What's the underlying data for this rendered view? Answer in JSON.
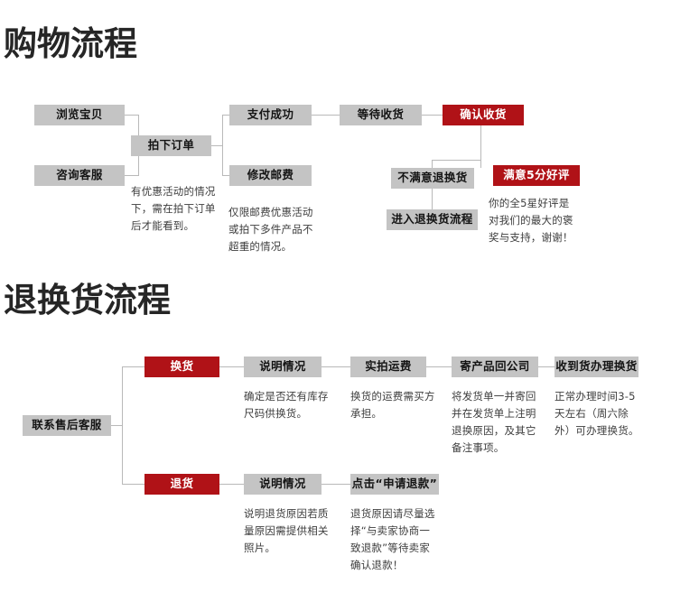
{
  "page": {
    "background": "#ffffff",
    "accent_red": "#b01217",
    "node_gray": "#c4c4c4",
    "line_gray": "#b9b9b9",
    "text_dark": "#141414",
    "caption_gray": "#3d3d3d"
  },
  "sections": [
    {
      "id": "shopping",
      "title": "购物流程",
      "nodes": [
        {
          "id": "browse",
          "label": "浏览宝贝",
          "style": "gray"
        },
        {
          "id": "consult",
          "label": "咨询客服",
          "style": "gray"
        },
        {
          "id": "place-order",
          "label": "拍下订单",
          "style": "gray"
        },
        {
          "id": "pay-success",
          "label": "支付成功",
          "style": "gray"
        },
        {
          "id": "modify-ship",
          "label": "修改邮费",
          "style": "gray"
        },
        {
          "id": "await-goods",
          "label": "等待收货",
          "style": "gray"
        },
        {
          "id": "confirm-recv",
          "label": "确认收货",
          "style": "red"
        },
        {
          "id": "unsatisfied",
          "label": "不满意退换货",
          "style": "gray"
        },
        {
          "id": "enter-return",
          "label": "进入退换货流程",
          "style": "gray"
        },
        {
          "id": "five-star",
          "label": "满意5分好评",
          "style": "red"
        }
      ],
      "captions": [
        {
          "id": "order-note",
          "text": "有优惠活动的情况下，需在拍下订单后才能看到。"
        },
        {
          "id": "shipping-note",
          "text": "仅限邮费优惠活动或拍下多件产品不超重的情况。"
        },
        {
          "id": "praise-note",
          "text": "你的全5星好评是对我们的最大的褒奖与支持，谢谢！"
        }
      ]
    },
    {
      "id": "return-exchange",
      "title": "退换货流程",
      "nodes": [
        {
          "id": "contact-service",
          "label": "联系售后客服",
          "style": "gray"
        },
        {
          "id": "exchange",
          "label": "换货",
          "style": "red"
        },
        {
          "id": "explain-ex",
          "label": "说明情况",
          "style": "gray"
        },
        {
          "id": "real-shipping",
          "label": "实拍运费",
          "style": "gray"
        },
        {
          "id": "send-back",
          "label": "寄产品回公司",
          "style": "gray"
        },
        {
          "id": "receive-handle",
          "label": "收到货办理换货",
          "style": "gray"
        },
        {
          "id": "refund",
          "label": "退货",
          "style": "red"
        },
        {
          "id": "explain-rt",
          "label": "说明情况",
          "style": "gray"
        },
        {
          "id": "click-refund",
          "label": "点击“申请退款”",
          "style": "gray"
        }
      ],
      "captions": [
        {
          "id": "stock-note",
          "text": "确定是否还有库存尺码供换货。"
        },
        {
          "id": "freight-note",
          "text": "换货的运费需买方承担。"
        },
        {
          "id": "sendback-note",
          "text": "将发货单一并寄回并在发货单上注明退换原因，及其它备注事项。"
        },
        {
          "id": "handling-note",
          "text": "正常办理时间3-5天左右（周六除外）可办理换货。"
        },
        {
          "id": "reason-note",
          "text": "说明退货原因若质量原因需提供相关照片。"
        },
        {
          "id": "refundflow-note",
          "text": "退货原因请尽量选择“与卖家协商一致退款”等待卖家确认退款！"
        }
      ]
    }
  ]
}
